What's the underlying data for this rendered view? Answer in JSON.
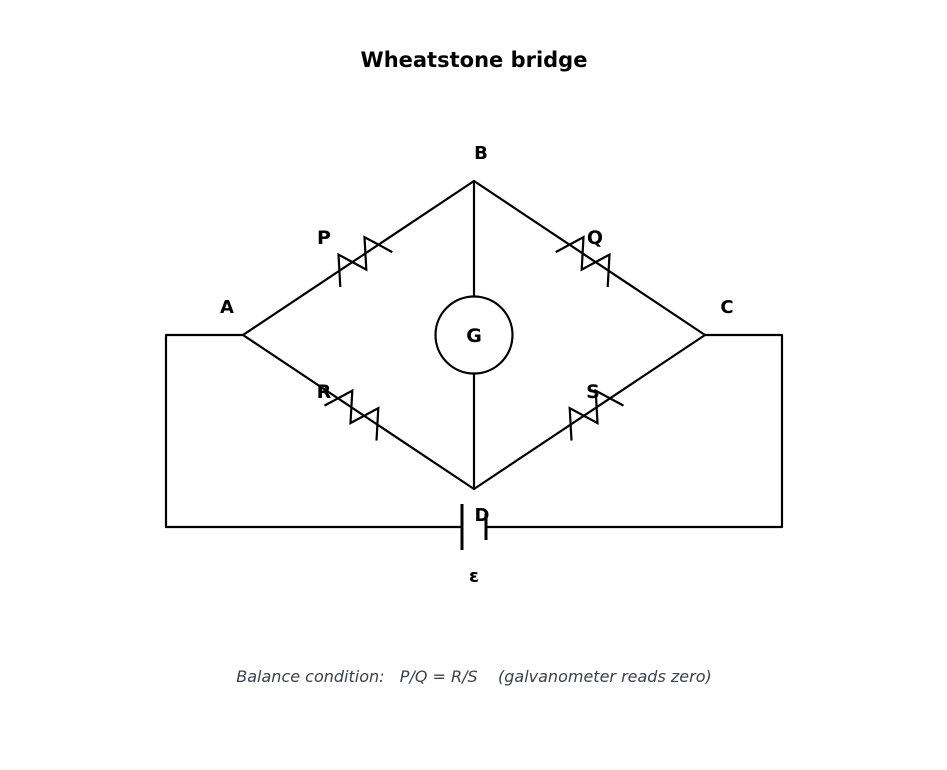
{
  "title": "Wheatstone bridge",
  "nodes": {
    "a": "A",
    "b": "B",
    "c": "C",
    "d": "D"
  },
  "resistors": {
    "p": "P",
    "q": "Q",
    "r": "R",
    "s": "S"
  },
  "galvanometer": "G",
  "battery": "ε",
  "caption": "Balance condition:   P/Q = R/S    (galvanometer reads zero)",
  "colors": {
    "line": "#000000",
    "caption": "#3a3f52"
  }
}
